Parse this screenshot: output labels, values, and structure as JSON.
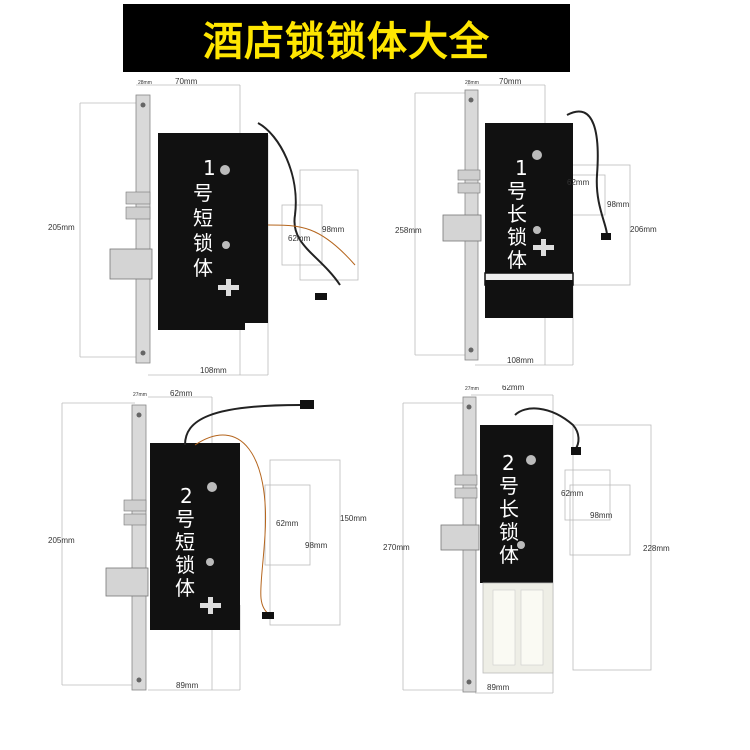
{
  "banner": {
    "title": "酒店锁锁体大全",
    "bg": "#000000",
    "color": "#ffe600"
  },
  "products": [
    {
      "name_lines": [
        "1",
        "号",
        "短",
        "锁",
        "体"
      ],
      "dims": {
        "top_small": "28mm",
        "top": "70mm",
        "left": "205mm",
        "inner_a": "62mm",
        "inner_b": "98mm",
        "bottom": "108mm"
      }
    },
    {
      "name_lines": [
        "1",
        "号",
        "长",
        "锁",
        "体"
      ],
      "dims": {
        "top_small": "28mm",
        "top": "70mm",
        "left": "258mm",
        "inner_a": "62mm",
        "inner_b": "98mm",
        "right": "206mm",
        "bottom": "108mm"
      }
    },
    {
      "name_lines": [
        "2",
        "号",
        "短",
        "锁",
        "体"
      ],
      "dims": {
        "top_small": "27mm",
        "top": "62mm",
        "left": "205mm",
        "inner_a": "62mm",
        "inner_b": "98mm",
        "right": "150mm",
        "bottom": "89mm"
      }
    },
    {
      "name_lines": [
        "2",
        "号",
        "长",
        "锁",
        "体"
      ],
      "dims": {
        "top_small": "27mm",
        "top": "62mm",
        "left": "270mm",
        "inner_a": "62mm",
        "inner_b": "98mm",
        "right": "228mm",
        "bottom": "89mm"
      }
    }
  ]
}
